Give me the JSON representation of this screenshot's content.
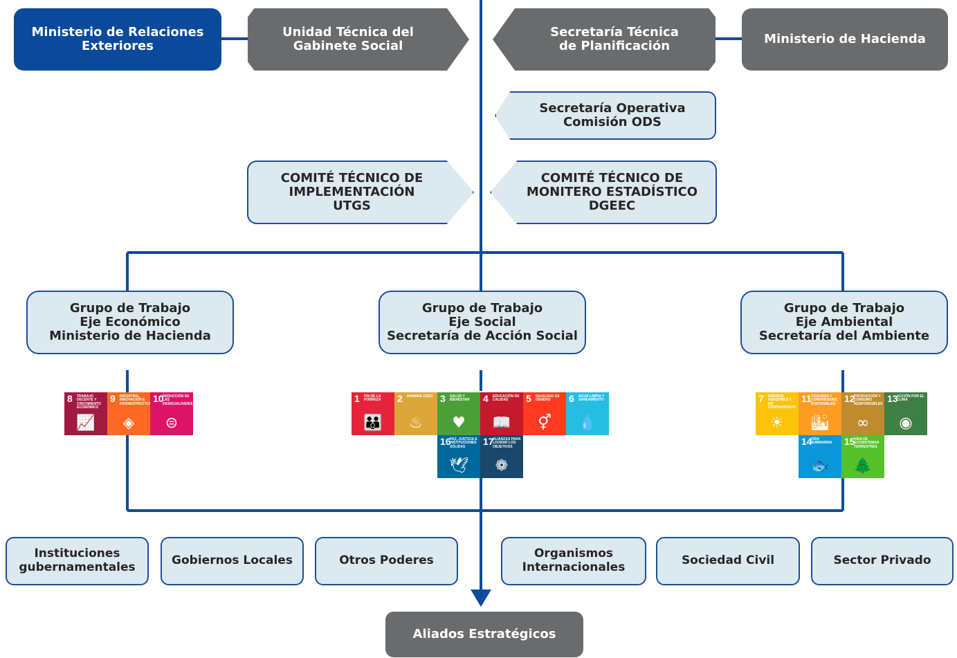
{
  "top_row": {
    "ministerio_relaciones": "Ministerio de Relaciones\nExteriores",
    "unidad_tecnica": "Unidad Técnica del\nGabinete Social",
    "secretaria_planificacion": "Secretaría Técnica\nde Planificación",
    "ministerio_hacienda": "Ministerio de Hacienda"
  },
  "secretaria_operativa": "Secretaría Operativa\nComisión ODS",
  "comite_implementacion": "COMITÉ TÉCNICO DE\nIMPLEMENTACIÓN\nUTGS",
  "comite_monitoreo": "COMITÉ TÉCNICO DE\nMONITERO ESTADÍSTICO\nDGEEC",
  "grupos": [
    {
      "label": "Grupo de Trabajo\nEje Económico\nMinisterio de Hacienda"
    },
    {
      "label": "Grupo de Trabajo\nEje Social\nSecretaría de Acción Social"
    },
    {
      "label": "Grupo de Trabajo\nEje Ambiental\nSecretaría del Ambiente"
    }
  ],
  "sdg_groups": [
    [
      {
        "num": "8",
        "title": "TRABAJO DECENTE Y CRECIMIENTO ECONÓMICO",
        "color": "#a21942",
        "icon": "chart-icon",
        "glyph": "📈"
      },
      {
        "num": "9",
        "title": "INDUSTRIA, INNOVACIÓN E INFRAESTRUCTURA",
        "color": "#fd6925",
        "icon": "cubes-icon",
        "glyph": "◈"
      },
      {
        "num": "10",
        "title": "REDUCCIÓN DE LAS DESIGUALDADES",
        "color": "#dd1367",
        "icon": "equality-icon",
        "glyph": "⊜"
      }
    ],
    [
      {
        "num": "1",
        "title": "FIN DE LA POBREZA",
        "color": "#e5243b",
        "icon": "family-icon",
        "glyph": "👪"
      },
      {
        "num": "2",
        "title": "HAMBRE CERO",
        "color": "#dda63a",
        "icon": "bowl-icon",
        "glyph": "♨"
      },
      {
        "num": "3",
        "title": "SALUD Y BIENESTAR",
        "color": "#4c9f38",
        "icon": "heartbeat-icon",
        "glyph": "♥"
      },
      {
        "num": "4",
        "title": "EDUCACIÓN DE CALIDAD",
        "color": "#c5192d",
        "icon": "book-icon",
        "glyph": "📖"
      },
      {
        "num": "5",
        "title": "IGUALDAD DE GÉNERO",
        "color": "#ff3a21",
        "icon": "gender-icon",
        "glyph": "⚥"
      },
      {
        "num": "6",
        "title": "AGUA LIMPIA Y SANEAMIENTO",
        "color": "#26bde2",
        "icon": "water-icon",
        "glyph": "💧"
      },
      {
        "num": "16",
        "title": "PAZ, JUSTICIA E INSTITUCIONES SÓLIDAS",
        "color": "#00689d",
        "icon": "dove-icon",
        "glyph": "🕊"
      },
      {
        "num": "17",
        "title": "ALIANZAS PARA LOGRAR LOS OBJETIVOS",
        "color": "#19486a",
        "icon": "rings-icon",
        "glyph": "❁"
      }
    ],
    [
      {
        "num": "7",
        "title": "ENERGÍA ASEQUIBLE Y NO CONTAMINANTE",
        "color": "#fcc30b",
        "icon": "sun-icon",
        "glyph": "☀"
      },
      {
        "num": "11",
        "title": "CIUDADES Y COMUNIDADES SOSTENIBLES",
        "color": "#fd9d24",
        "icon": "city-icon",
        "glyph": "🏙"
      },
      {
        "num": "12",
        "title": "PRODUCCIÓN Y CONSUMO RESPONSABLES",
        "color": "#bf8b2e",
        "icon": "infinity-icon",
        "glyph": "∞"
      },
      {
        "num": "13",
        "title": "ACCIÓN POR EL CLIMA",
        "color": "#3f7e44",
        "icon": "eye-globe-icon",
        "glyph": "◉"
      },
      {
        "num": "14",
        "title": "VIDA SUBMARINA",
        "color": "#0a97d9",
        "icon": "fish-icon",
        "glyph": "🐟"
      },
      {
        "num": "15",
        "title": "VIDA DE ECOSISTEMAS TERRESTRES",
        "color": "#56c02b",
        "icon": "tree-icon",
        "glyph": "🌲"
      }
    ]
  ],
  "aliados": [
    "Instituciones\ngubernamentales",
    "Gobiernos Locales",
    "Otros Poderes",
    "Organismos\nInternacionales",
    "Sociedad Civil",
    "Sector Privado"
  ],
  "aliados_estrategicos": "Aliados Estratégicos"
}
